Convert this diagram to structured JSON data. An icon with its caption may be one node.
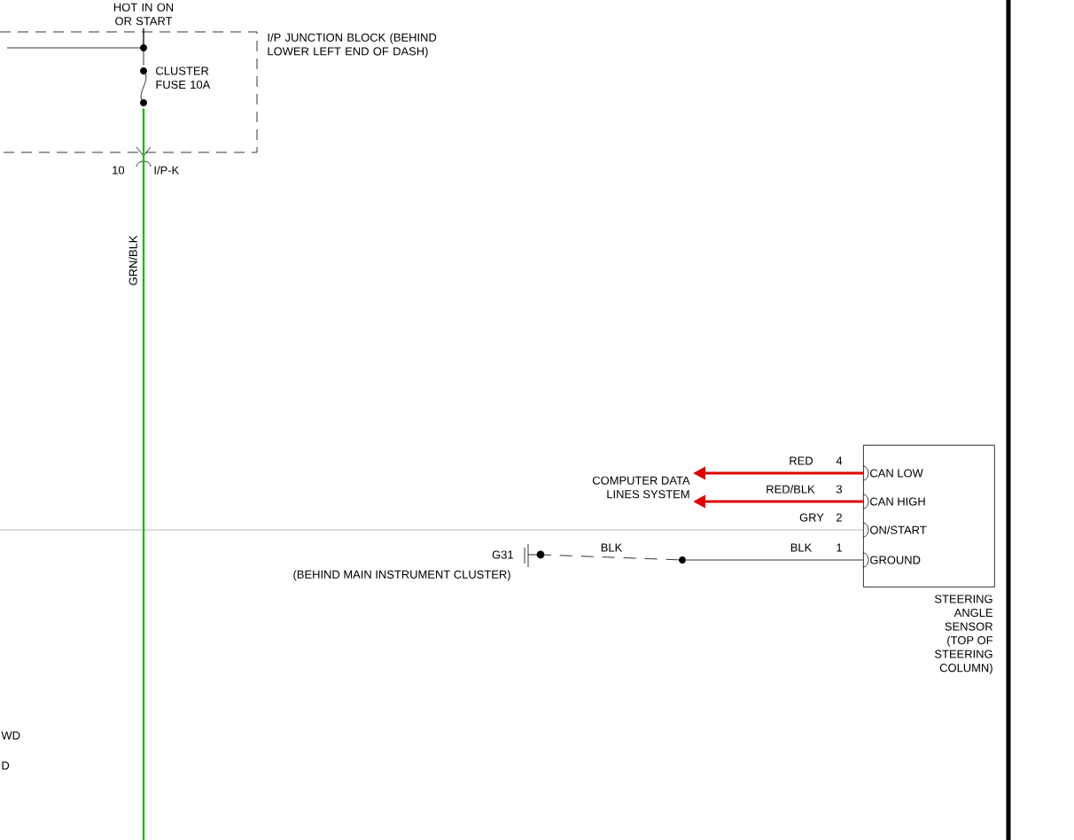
{
  "diagram": {
    "nodes": [
      {
        "text": [
          "HOT IN ON OR START"
        ]
      },
      {
        "text": [
          "I/P JUNCTION BLOCK (BEHIND LOWER LEFT END OF DASH)"
        ]
      },
      {
        "text": [
          "CLUSTER FUSE 10A"
        ],
        "in": 1
      },
      {
        "text": [
          "CAN LOW",
          "CAN HIGH",
          "ON/START",
          "GROUND",
          "STEERING ANGLE SENSOR (TOP OF STEERING COLUMN)"
        ]
      },
      {
        "text": [
          "COMPUTER DATA LINES SYSTEM"
        ]
      },
      {
        "text": [],
        "shape": "circle"
      },
      {
        "text": [
          "G31"
        ],
        "beside": [
          "(BEHIND MAIN INSTRUMENT CLUSTER)"
        ]
      }
    ],
    "edges": [
      {
        "from": 3,
        "to": 4,
        "arrow": "to",
        "label": "RED",
        "color": "#dd0000"
      },
      {
        "from": 3,
        "to": 4,
        "arrow": "to",
        "label": "RED/BLK",
        "color": "#dd0000"
      },
      {
        "from": 3,
        "to": null,
        "arrow": "none",
        "label": "GRY",
        "color": "#aaaaaa"
      },
      {
        "from": 3,
        "to": 5,
        "arrow": "none",
        "label": "BLK"
      },
      {
        "from": 5,
        "to": 6,
        "arrow": "none",
        "label": "BLK",
        "style": "dashed"
      },
      {
        "from": 2,
        "to": null,
        "arrow": "none",
        "label": "GRN/BLK",
        "color": "#00bb00"
      },
      {
        "from": 0,
        "to": 2,
        "arrow": "none"
      },
      {
        "from": 0,
        "to": 1,
        "arrow": "none"
      }
    ],
    "labels": [
      "10",
      "I/P-K",
      "4",
      "3",
      "2",
      "1",
      "WD",
      "D"
    ]
  }
}
